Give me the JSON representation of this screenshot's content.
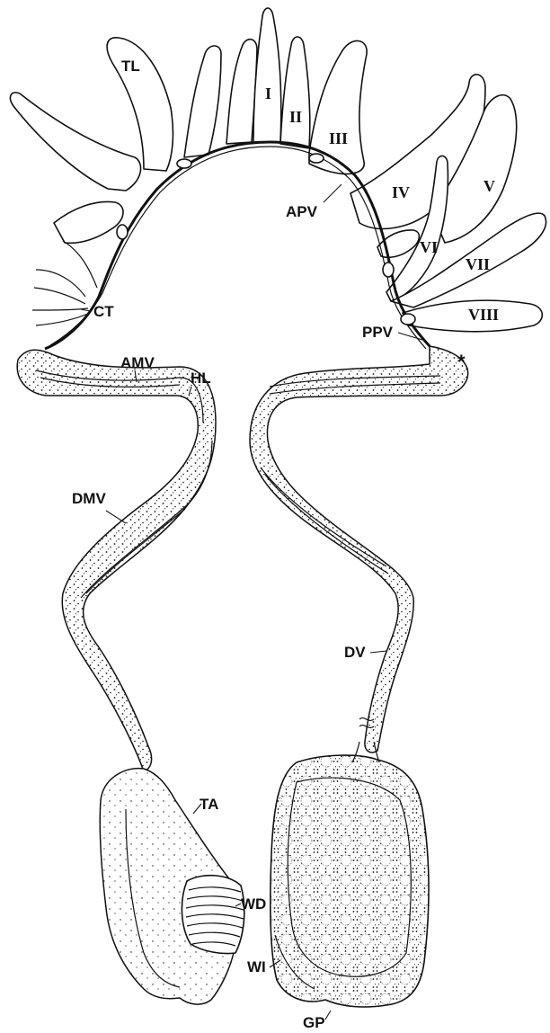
{
  "labels": {
    "tl": "TL",
    "i": "I",
    "ii": "II",
    "iii": "III",
    "iv": "IV",
    "v": "V",
    "vi": "VI",
    "vii": "VII",
    "viii": "VIII",
    "apv": "APV",
    "ct": "CT",
    "amv": "AMV",
    "hl": "HL",
    "ppv": "PPV",
    "star": "*",
    "dmv": "DMV",
    "dv": "DV",
    "ta": "TA",
    "wd": "WD",
    "wi": "WI",
    "gp": "GP"
  },
  "colors": {
    "ink": "#111111",
    "paper": "#ffffff"
  }
}
